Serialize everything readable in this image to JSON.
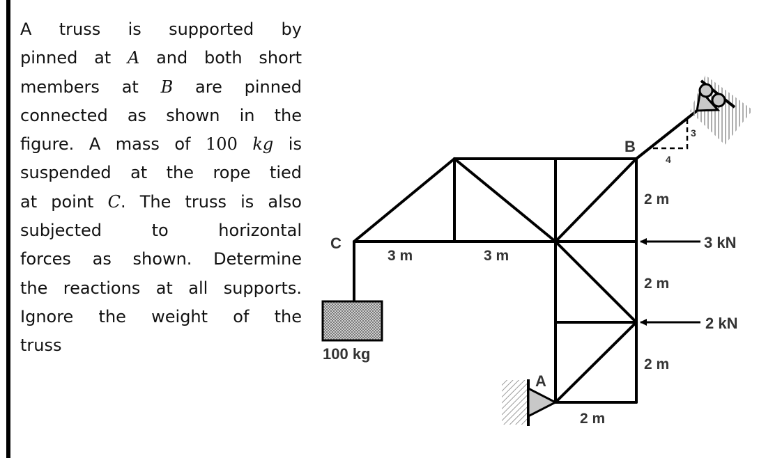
{
  "problem": {
    "lines": [
      [
        "A truss is supported by"
      ],
      [
        "pinned at ",
        "A",
        " and both short"
      ],
      [
        "members at ",
        "B",
        " are pinned"
      ],
      [
        "connected as shown in the"
      ],
      [
        "figure. A mass of ",
        "100",
        " ",
        "kg",
        " is"
      ],
      [
        "suspended at the rope tied"
      ],
      [
        "at point ",
        "C",
        ". The truss is also"
      ],
      [
        "subjected to horizontal"
      ],
      [
        "forces as shown. Determine"
      ],
      [
        "the reactions at all supports."
      ],
      [
        "Ignore the weight of the"
      ],
      [
        "truss"
      ]
    ]
  },
  "figure": {
    "node_labels": {
      "A": "A",
      "B": "B",
      "C": "C"
    },
    "mass_label": "100 kg",
    "dimensions": {
      "top_left_span": "3 m",
      "top_right_span": "3 m",
      "right_upper": "2 m",
      "right_middle": "2 m",
      "right_lower": "2 m",
      "bottom_span": "2 m"
    },
    "slope": {
      "rise": "3",
      "run": "4"
    },
    "loads": [
      {
        "label": "3 kN",
        "direction": "left"
      },
      {
        "label": "2 kN",
        "direction": "left"
      }
    ],
    "colors": {
      "member": "#000000",
      "support_fill": "#c8c8c8",
      "hatch": "#9a9a9a",
      "label": "#333333"
    }
  }
}
